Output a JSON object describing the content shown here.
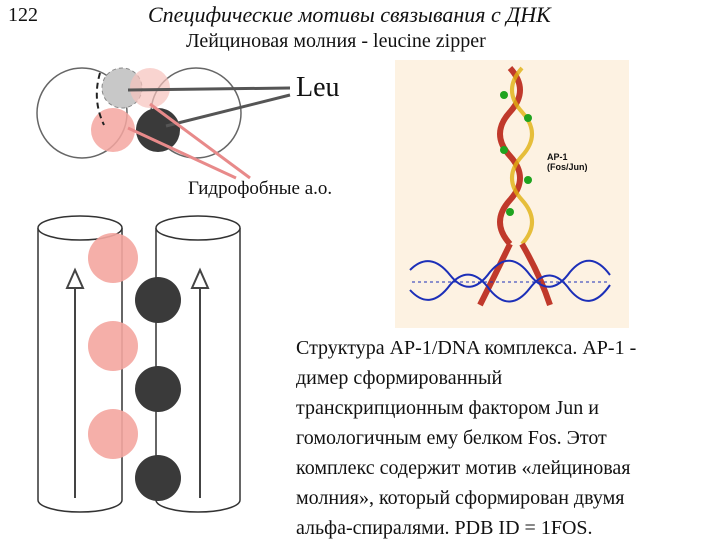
{
  "slide": {
    "number": "122",
    "title_line1": "Специфические мотивы связывания с ДНК",
    "title_line2": "Лейциновая молния - leucine zipper"
  },
  "labels": {
    "leu": "Leu",
    "hydrophobic": "Гидрофобные а.о.",
    "structure_name": "AP-1",
    "structure_sub": "(Fos/Jun)"
  },
  "caption": {
    "lines": [
      "Структура AP-1/DNA комплекса.  AP-1 -",
      "димер сформированный",
      "транскрипционным фактором Jun и",
      "гомологичным ему белком Fos. Этот",
      "комплекс содержит мотив «лейциновая",
      "молния», который сформирован двумя",
      "альфа-спиралями.   PDB ID = 1FOS."
    ]
  },
  "colors": {
    "leucine_pink": "#f4a6a0",
    "leucine_dark": "#3a3a3a",
    "arrow_pink": "#e88a8a",
    "helix_red": "#c0392b",
    "helix_green": "#1fa31f",
    "dna_blue": "#1c2fb8",
    "panel_bg": "#fdf2e2"
  },
  "icons": [
    "helical-wheel-diagram",
    "helix-cylinder-diagram",
    "up-arrow-icon",
    "ap1-structure-image"
  ]
}
